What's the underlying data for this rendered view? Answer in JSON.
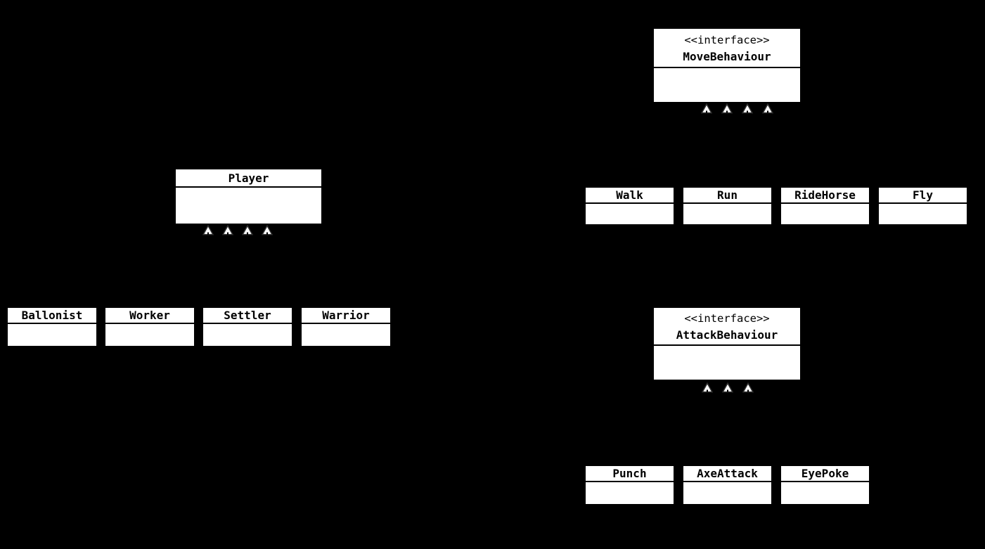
{
  "diagram": {
    "kind": "uml-class-diagram",
    "colors": {
      "background": "#000000",
      "box_fill": "#ffffff",
      "box_text": "#000000",
      "divider": "#000000",
      "arrowhead_fill": "#ffffff",
      "arrowhead_stroke": "#2f2f2f"
    },
    "interfaces": {
      "move": {
        "stereotype": "<<interface>>",
        "name": "MoveBehaviour",
        "arrowhead_count": 4
      },
      "attack": {
        "stereotype": "<<interface>>",
        "name": "AttackBehaviour",
        "arrowhead_count": 3
      }
    },
    "classes": {
      "player": {
        "name": "Player",
        "arrowhead_count": 4
      },
      "ballonist": {
        "name": "Ballonist"
      },
      "worker": {
        "name": "Worker"
      },
      "settler": {
        "name": "Settler"
      },
      "warrior": {
        "name": "Warrior"
      },
      "walk": {
        "name": "Walk"
      },
      "run": {
        "name": "Run"
      },
      "ridehorse": {
        "name": "RideHorse"
      },
      "fly": {
        "name": "Fly"
      },
      "punch": {
        "name": "Punch"
      },
      "axeattack": {
        "name": "AxeAttack"
      },
      "eyepoke": {
        "name": "EyePoke"
      }
    }
  }
}
